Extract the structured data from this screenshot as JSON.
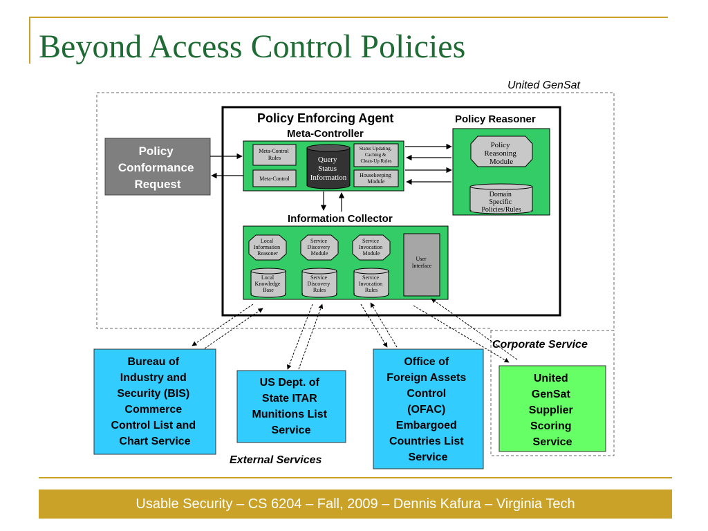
{
  "slide": {
    "title": "Beyond Access Control Policies",
    "footer": "Usable Security – CS 6204 – Fall, 2009 – Dennis Kafura – Virginia Tech"
  },
  "colors": {
    "title_green": "#1e6b34",
    "gold": "#c9a227",
    "module_green": "#33cc66",
    "gray_box": "#7f7f7f",
    "light_gray": "#c8c8c8",
    "dark_cylinder": "#333333",
    "external_blue": "#33ccff",
    "corporate_green": "#66ff66"
  },
  "diagram": {
    "united_gensat_label": "United GenSat",
    "policy_enforcing_agent": "Policy Enforcing Agent",
    "meta_controller": {
      "title": "Meta-Controller",
      "meta_control_rules": [
        "Meta-Control",
        "Rules"
      ],
      "meta_control": "Meta-Control",
      "query_status_information": [
        "Query",
        "Status",
        "Information"
      ],
      "status_updating": [
        "Status Updating,",
        "Caching &",
        "Clean-Up Rules"
      ],
      "housekeeping_module": [
        "Housekeeping",
        "Module"
      ]
    },
    "policy_reasoner": {
      "title": "Policy Reasoner",
      "reasoning_module": [
        "Policy",
        "Reasoning",
        "Module"
      ],
      "domain_policies": [
        "Domain",
        "Specific",
        "Policies/Rules"
      ]
    },
    "policy_conformance_request": [
      "Policy",
      "Conformance",
      "Request"
    ],
    "information_collector": {
      "title": "Information Collector",
      "local_information_reasoner": [
        "Local",
        "Information",
        "Reasoner"
      ],
      "service_discovery_module": [
        "Service",
        "Discovery",
        "Module"
      ],
      "service_invocation_module": [
        "Service",
        "Invocation",
        "Module"
      ],
      "user_interface": [
        "User",
        "Interface"
      ],
      "local_knowledge_base": [
        "Local",
        "Knowledge",
        "Base"
      ],
      "service_discovery_rules": [
        "Service",
        "Discovery",
        "Rules"
      ],
      "service_invocation_rules": [
        "Service",
        "Invocation",
        "Rules"
      ]
    },
    "corporate_service_label": "Corporate Service",
    "external_services_label": "External Services",
    "bis_service": [
      "Bureau of",
      "Industry and",
      "Security (BIS)",
      "Commerce",
      "Control List and",
      "Chart Service"
    ],
    "itar_service": [
      "US Dept. of",
      "State ITAR",
      "Munitions List",
      "Service"
    ],
    "ofac_service": [
      "Office of",
      "Foreign Assets",
      "Control",
      "(OFAC)",
      "Embargoed",
      "Countries List",
      "Service"
    ],
    "supplier_service": [
      "United",
      "GenSat",
      "Supplier",
      "Scoring",
      "Service"
    ]
  }
}
